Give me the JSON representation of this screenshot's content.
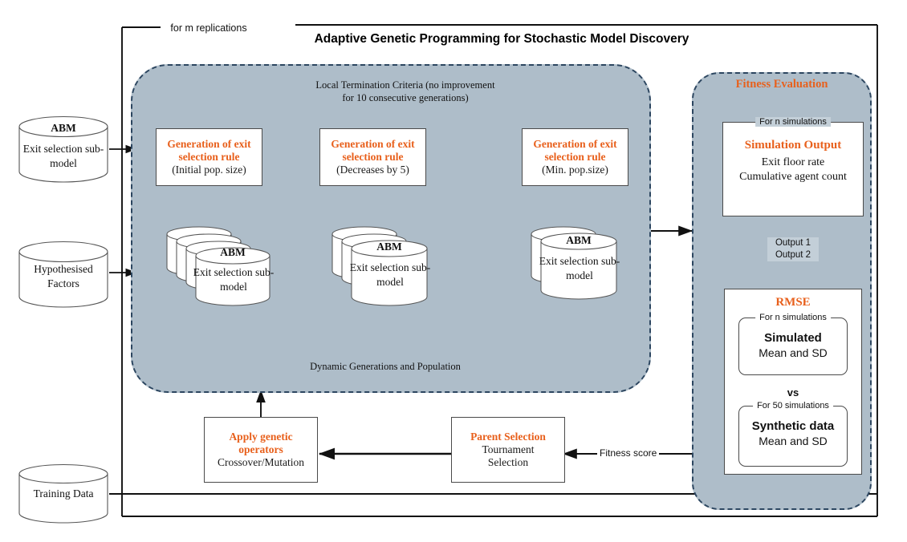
{
  "title": "Adaptive Genetic Programming for Stochastic Model Discovery",
  "labels": {
    "replications": "for m replications",
    "local_termination_line1": "Local Termination Criteria (no improvement",
    "local_termination_line2": "for 10 consecutive generations)",
    "dynamic": "Dynamic Generations and Population",
    "fitness_score": "Fitness score",
    "output_label": "Output 1\nOutput 2",
    "output_line1": "Output 1",
    "output_line2": "Output 2",
    "vs": "vs"
  },
  "inputs": [
    {
      "cap": "ABM",
      "line1": "Exit selection sub-",
      "line2": "model"
    },
    {
      "cap": "",
      "line1": "Hypothesised",
      "line2": "Factors"
    },
    {
      "cap": "",
      "line1": "Training Data",
      "line2": ""
    }
  ],
  "generations": [
    {
      "title_line1": "Generation of exit",
      "title_line2": "selection rule",
      "sub": "(Initial pop. size)"
    },
    {
      "title_line1": "Generation of exit",
      "title_line2": "selection rule",
      "sub": "(Decreases by 5)"
    },
    {
      "title_line1": "Generation of exit",
      "title_line2": "selection rule",
      "sub": "(Min. pop.size)"
    }
  ],
  "abm_stacks": [
    {
      "cap": "ABM",
      "line1": "Exit selection sub-",
      "line2": "model",
      "count": 4
    },
    {
      "cap": "ABM",
      "line1": "Exit selection sub-",
      "line2": "model",
      "count": 3
    },
    {
      "cap": "ABM",
      "line1": "Exit selection sub-",
      "line2": "model",
      "count": 2
    }
  ],
  "fitness": {
    "panel_title": "Fitness Evaluation",
    "sim_output": {
      "legend": "For n simulations",
      "title": "Simulation Output",
      "line1": "Exit floor rate",
      "line2": "Cumulative agent count"
    },
    "rmse": {
      "title": "RMSE",
      "simulated": {
        "legend": "For n simulations",
        "title": "Simulated",
        "sub": "Mean and SD"
      },
      "synthetic": {
        "legend": "For 50 simulations",
        "title": "Synthetic data",
        "sub": "Mean and SD"
      }
    }
  },
  "bottom": {
    "genetic": {
      "title_line1": "Apply genetic",
      "title_line2": "operators",
      "sub": "Crossover/Mutation"
    },
    "parent": {
      "title": "Parent Selection",
      "sub_line1": "Tournament",
      "sub_line2": "Selection"
    }
  },
  "colors": {
    "accent_orange": "#E8601C",
    "panel_fill": "#AEBDC9",
    "panel_border": "#2C4660",
    "arrow_brown": "#3B2412",
    "box_border": "#4A4A4A"
  }
}
